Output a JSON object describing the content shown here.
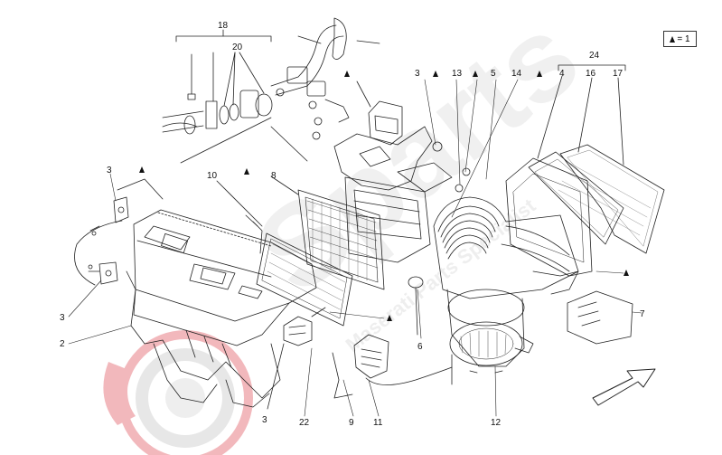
{
  "legend": {
    "symbol_icon": "triangle-icon",
    "text": "= 1"
  },
  "callouts": [
    "18",
    "20",
    "3",
    "13",
    "5",
    "14",
    "4",
    "16",
    "17",
    "24",
    "3",
    "10",
    "8",
    "3",
    "2",
    "6",
    "7",
    "3",
    "22",
    "9",
    "11",
    "12"
  ],
  "colors": {
    "line": "#222222",
    "watermark_red": "#f2b8bc",
    "watermark_gray": "#dcdcdc"
  },
  "watermark": {
    "logo_icon": "brake-disc-logo-icon",
    "text": "Sparts"
  }
}
